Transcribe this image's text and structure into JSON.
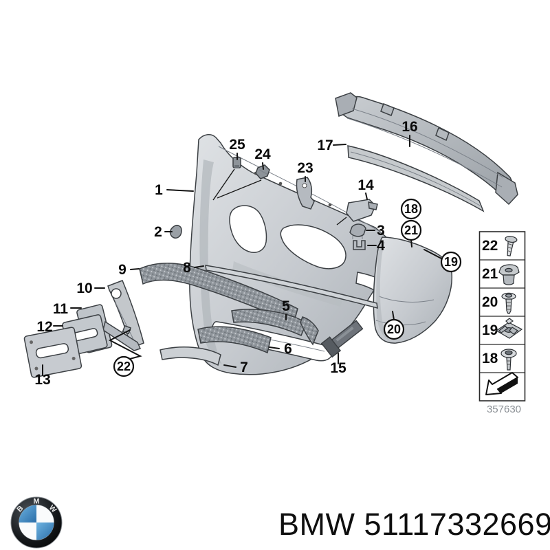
{
  "diagram": {
    "callouts": {
      "1": {
        "label": "1",
        "circled": false
      },
      "2": {
        "label": "2",
        "circled": false
      },
      "3": {
        "label": "3",
        "circled": false
      },
      "4": {
        "label": "4",
        "circled": false
      },
      "5": {
        "label": "5",
        "circled": false
      },
      "6": {
        "label": "6",
        "circled": false
      },
      "7": {
        "label": "7",
        "circled": false
      },
      "8": {
        "label": "8",
        "circled": false
      },
      "9": {
        "label": "9",
        "circled": false
      },
      "10": {
        "label": "10",
        "circled": false
      },
      "11": {
        "label": "11",
        "circled": false
      },
      "12": {
        "label": "12",
        "circled": false
      },
      "13": {
        "label": "13",
        "circled": false
      },
      "14": {
        "label": "14",
        "circled": false
      },
      "15": {
        "label": "15",
        "circled": false
      },
      "16": {
        "label": "16",
        "circled": false
      },
      "17": {
        "label": "17",
        "circled": false
      },
      "18": {
        "label": "18",
        "circled": true
      },
      "19": {
        "label": "19",
        "circled": true
      },
      "20": {
        "label": "20",
        "circled": true
      },
      "21": {
        "label": "21",
        "circled": true
      },
      "22": {
        "label": "22",
        "circled": true
      },
      "23": {
        "label": "23",
        "circled": false
      },
      "24": {
        "label": "24",
        "circled": false
      },
      "25": {
        "label": "25",
        "circled": false
      }
    },
    "legend": {
      "rows": [
        {
          "label": "22",
          "icon": "screw-icon"
        },
        {
          "label": "21",
          "icon": "grommet-nut-icon"
        },
        {
          "label": "20",
          "icon": "expansion-rivet-icon"
        },
        {
          "label": "19",
          "icon": "cage-nut-icon"
        },
        {
          "label": "18",
          "icon": "washer-rivet-icon"
        },
        {
          "label": "",
          "icon": "direction-arrow-icon"
        }
      ],
      "diagram_number": "357630"
    }
  },
  "footer": {
    "logo_letters": [
      "B",
      "M",
      "W"
    ],
    "brand": "BMW",
    "part_number": "51117332669"
  },
  "colors": {
    "part_fill_light": "#ccd0d4",
    "part_fill_mid": "#b9bec3",
    "mesh_fill": "#8f959b",
    "outline": "#3c4044",
    "logo_blue": "#3f8fc4",
    "text": "#0e0e0e",
    "diagram_number_text": "#8a8f94"
  }
}
